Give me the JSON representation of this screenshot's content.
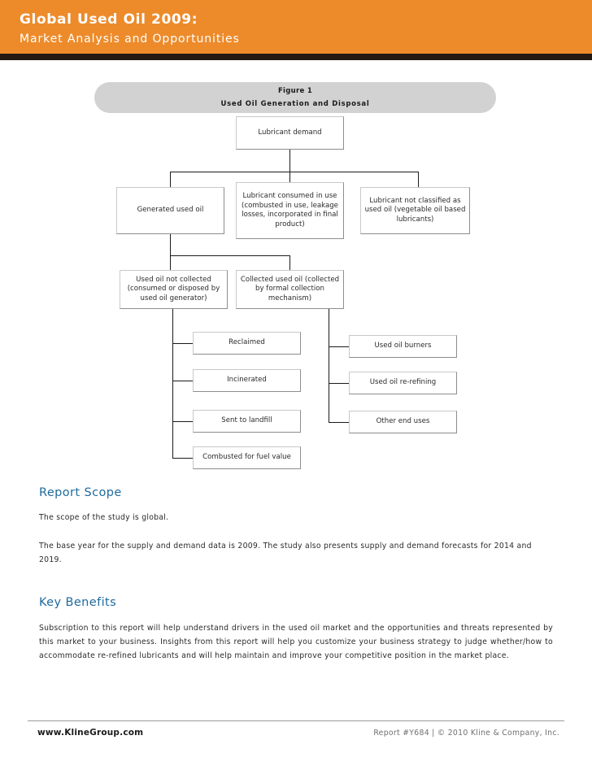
{
  "header": {
    "title": "Global Used Oil 2009:",
    "subtitle": "Market Analysis and Opportunities",
    "background_color": "#ED8B2B",
    "rule_color": "#231a14"
  },
  "figure": {
    "number": "Figure 1",
    "caption": "Used Oil Generation and Disposal",
    "pill_color": "#d2d2d2"
  },
  "chart_data": {
    "type": "diagram",
    "title": "Used Oil Generation and Disposal",
    "nodes": [
      {
        "id": "lubricant-demand",
        "label": "Lubricant demand",
        "tier": 0
      },
      {
        "id": "generated-used-oil",
        "label": "Generated used oil",
        "tier": 1
      },
      {
        "id": "lubricant-consumed",
        "label": "Lubricant consumed in use (combusted in use, leakage losses, incorporated in final product)",
        "tier": 1
      },
      {
        "id": "lubricant-not-classified",
        "label": "Lubricant not classified as used oil (vegetable oil based lubricants)",
        "tier": 1
      },
      {
        "id": "used-oil-not-collected",
        "label": "Used oil not collected (consumed or disposed by used oil generator)",
        "tier": 2
      },
      {
        "id": "collected-used-oil",
        "label": "Collected used oil (collected by formal collection mechanism)",
        "tier": 2
      },
      {
        "id": "reclaimed",
        "label": "Reclaimed",
        "tier": 3
      },
      {
        "id": "incinerated",
        "label": "Incinerated",
        "tier": 3
      },
      {
        "id": "sent-to-landfill",
        "label": "Sent to landfill",
        "tier": 3
      },
      {
        "id": "combusted-for-fuel-value",
        "label": "Combusted for fuel value",
        "tier": 3
      },
      {
        "id": "used-oil-burners",
        "label": "Used oil burners",
        "tier": 3
      },
      {
        "id": "used-oil-re-refining",
        "label": "Used oil re-refining",
        "tier": 3
      },
      {
        "id": "other-end-uses",
        "label": "Other end uses",
        "tier": 3
      }
    ],
    "edges": [
      {
        "from": "lubricant-demand",
        "to": "generated-used-oil"
      },
      {
        "from": "lubricant-demand",
        "to": "lubricant-consumed"
      },
      {
        "from": "lubricant-demand",
        "to": "lubricant-not-classified"
      },
      {
        "from": "generated-used-oil",
        "to": "used-oil-not-collected"
      },
      {
        "from": "generated-used-oil",
        "to": "collected-used-oil"
      },
      {
        "from": "used-oil-not-collected",
        "to": "reclaimed"
      },
      {
        "from": "used-oil-not-collected",
        "to": "incinerated"
      },
      {
        "from": "used-oil-not-collected",
        "to": "sent-to-landfill"
      },
      {
        "from": "used-oil-not-collected",
        "to": "combusted-for-fuel-value"
      },
      {
        "from": "collected-used-oil",
        "to": "used-oil-burners"
      },
      {
        "from": "collected-used-oil",
        "to": "used-oil-re-refining"
      },
      {
        "from": "collected-used-oil",
        "to": "other-end-uses"
      }
    ]
  },
  "sections": [
    {
      "heading": "Report Scope",
      "paragraphs": [
        "The scope of the study is global.",
        "The base year for the supply and demand data is 2009. The study also presents supply and demand forecasts for 2014 and 2019."
      ]
    },
    {
      "heading": "Key Benefits",
      "paragraphs": [
        "Subscription to this report will help understand drivers in the used oil market and the opportunities and threats represented by this market to your business. Insights from this report will help you customize your business strategy to judge whether/how to accommodate re-refined lubricants and will help maintain and improve your competitive position in the market place."
      ]
    }
  ],
  "footer": {
    "website": "www.KlineGroup.com",
    "copyright": "Report #Y684 | © 2010 Kline & Company, Inc."
  },
  "colors": {
    "accent_orange": "#ED8B2B",
    "heading_blue": "#1F6A9E",
    "body_text": "#2b2b2b",
    "footer_muted": "#6f6f6f"
  }
}
